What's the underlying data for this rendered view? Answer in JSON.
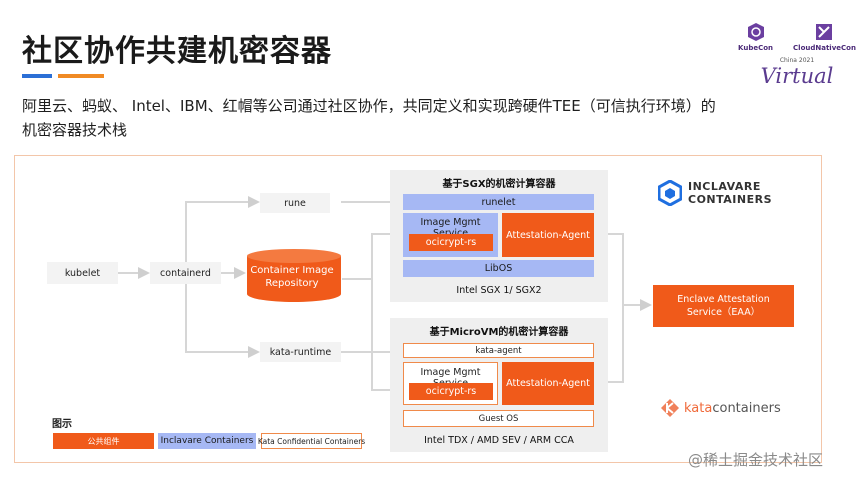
{
  "title": "社区协作共建机密容器",
  "subtitle": "阿里云、蚂蚁、 Intel、IBM、红帽等公司通过社区协作，共同定义和实现跨硬件TEE（可信执行环境）的机密容器技术栈",
  "badge": {
    "kubecon": "KubeCon",
    "cloudnativecon": "CloudNativeCon",
    "event": "China 2021",
    "virtual": "Virtual"
  },
  "diagram": {
    "kubelet": "kubelet",
    "containerd": "containerd",
    "rune": "rune",
    "kata_runtime": "kata-runtime",
    "repo": "Container Image Repository",
    "sgx": {
      "title": "基于SGX的机密计算容器",
      "runelet": "runelet",
      "img_service": "Image Mgmt Service",
      "ocicrypt": "ocicrypt-rs",
      "agent": "Attestation-Agent",
      "libos": "LibOS",
      "foot": "Intel SGX 1/ SGX2"
    },
    "microvm": {
      "title": "基于MicroVM的机密计算容器",
      "kata_agent": "kata-agent",
      "img_service": "Image Mgmt Service",
      "ocicrypt": "ocicrypt-rs",
      "agent": "Attestation-Agent",
      "guest_os": "Guest OS",
      "foot": "Intel TDX / AMD SEV / ARM CCA"
    },
    "eaa": "Enclave Attestation Service（EAA）",
    "inclavare_logo": [
      "INCLAVARE",
      "CONTAINERS"
    ],
    "kata_logo": [
      "kata",
      "containers"
    ]
  },
  "legend": {
    "title": "图示",
    "common": "公共组件",
    "inclavare": "Inclavare Containers",
    "kata": "Kata Confidential Containers"
  },
  "watermark": "@稀土掘金技术社区",
  "colors": {
    "orange": "#f05a1a",
    "blue": "#a6b8f4",
    "accent_blue": "#2b6fd6",
    "accent_orange": "#f08a24"
  }
}
